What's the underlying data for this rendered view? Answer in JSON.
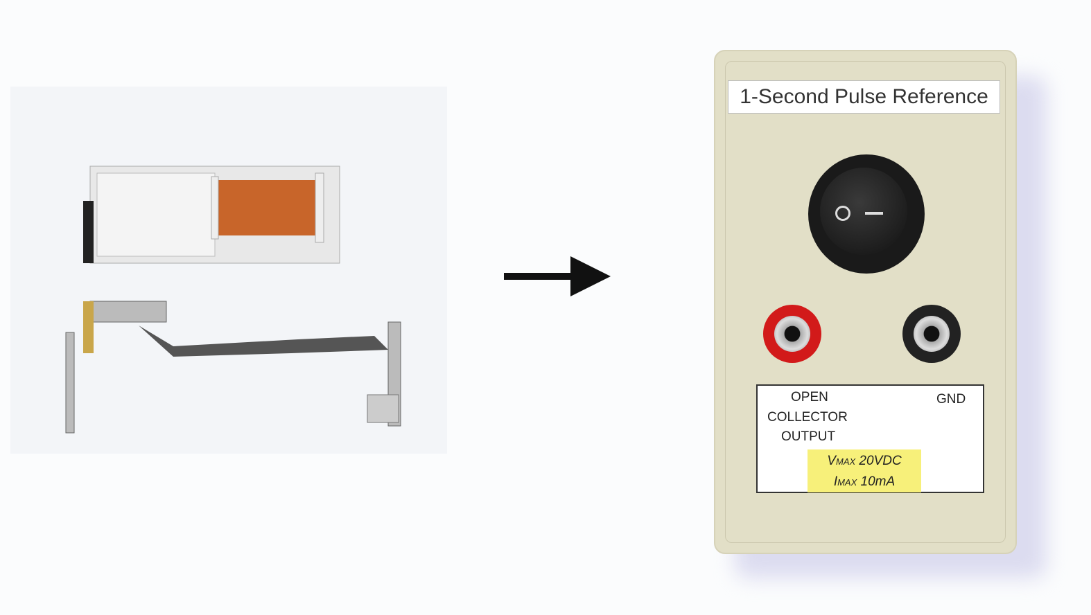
{
  "device": {
    "title": "1-Second Pulse Reference",
    "label": {
      "output_lines": [
        "OPEN",
        "COLLECTOR",
        "OUTPUT"
      ],
      "gnd": "GND",
      "vmax_prefix": "V",
      "vmax_sub": "MAX",
      "vmax_value": " 20VDC",
      "imax_prefix": "I",
      "imax_sub": "MAX",
      "imax_value": " 10mA"
    },
    "switch_state": "off"
  },
  "colors": {
    "enclosure": "#e2dfc7",
    "spec_highlight": "#f7f07a",
    "red_jack": "#d21a1a",
    "black_jack": "#222222",
    "coil": "#c8652a"
  }
}
